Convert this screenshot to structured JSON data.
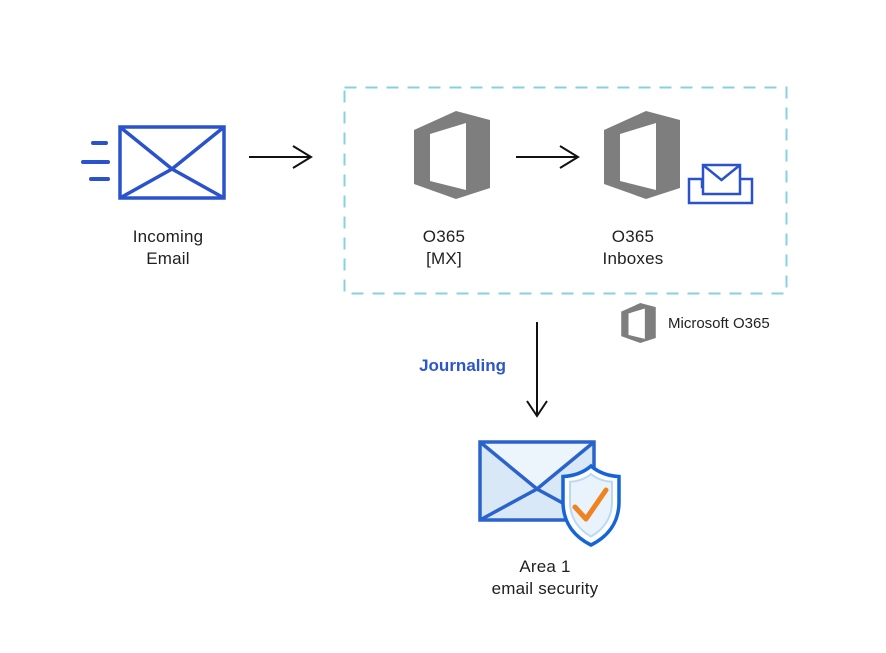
{
  "diagram": {
    "nodes": {
      "incoming_email": {
        "line1": "Incoming",
        "line2": "Email"
      },
      "o365_mx": {
        "line1": "O365",
        "line2": "[MX]"
      },
      "o365_inboxes": {
        "line1": "O365",
        "line2": "Inboxes"
      },
      "area1": {
        "line1": "Area 1",
        "line2": "email security"
      }
    },
    "labels": {
      "journaling": "Journaling"
    },
    "legend": {
      "microsoft_o365": "Microsoft O365"
    },
    "icons": [
      "speed-lines-icon",
      "incoming-mail-icon",
      "office365-logo-icon",
      "inbox-tray-icon",
      "mail-icon",
      "shield-check-icon",
      "arrow-right-icon",
      "arrow-down-icon"
    ],
    "colors": {
      "royal_blue": "#2a52cd",
      "area1_envelope_blue": "#2b63cc",
      "shield_blue": "#1565d8",
      "light_blue_fill": "#d8e8f7",
      "pale_blue_fill": "#edf5fc",
      "inner_shield_stroke": "#bcd9f4",
      "orange_check": "#ef831f",
      "office_gray": "#7e7e7e",
      "dashed_border_teal": "#87d1dc",
      "journaling_text_blue": "#2d56c8",
      "arrow_black": "#111111",
      "text_black": "#1f1f1f"
    }
  }
}
